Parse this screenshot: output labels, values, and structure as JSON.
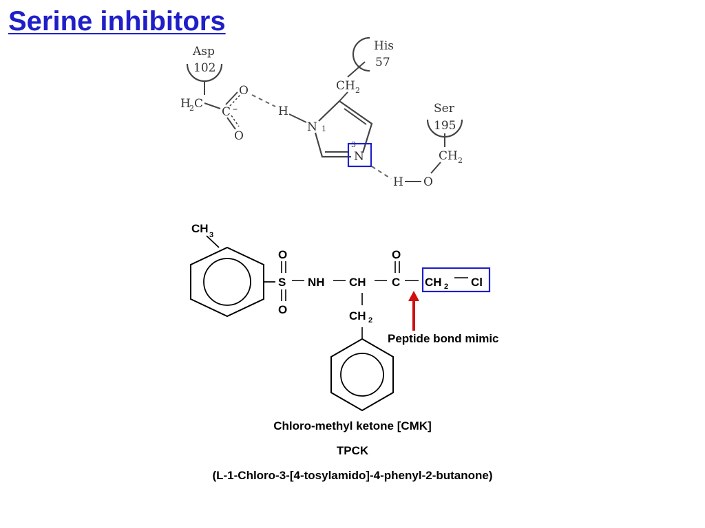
{
  "slide": {
    "title": "Serine inhibitors"
  },
  "catalytic_triad": {
    "asp": {
      "name": "Asp",
      "number": "102"
    },
    "his": {
      "name": "His",
      "number": "57"
    },
    "ser": {
      "name": "Ser",
      "number": "195"
    },
    "atoms": {
      "h2c": "H",
      "h2c_sub": "2",
      "h2c_c": "C",
      "carboxyl_c": "C",
      "charge": "–",
      "carboxyl_o_top": "O",
      "carboxyl_o_bottom": "O",
      "h_bond_h": "H",
      "n1": "N",
      "n1_pos": "1",
      "n3": "N",
      "n3_pos": "3",
      "his_ch2": "CH",
      "his_ch2_sub": "2",
      "ser_ch2": "CH",
      "ser_ch2_sub": "2",
      "ser_h": "H",
      "ser_o": "O"
    },
    "highlight_color": "#1f1fc8"
  },
  "tpck_structure": {
    "ch3": "CH",
    "ch3_sub": "3",
    "s": "S",
    "s_o_top": "O",
    "s_o_bottom": "O",
    "nh": "NH",
    "ch": "CH",
    "c": "C",
    "c_o": "O",
    "ch2": "CH",
    "ch2_sub": "2",
    "cl": "Cl",
    "side_ch2": "CH",
    "side_ch2_sub": "2",
    "highlight_color": "#1f1fc8",
    "arrow_color": "#d01010"
  },
  "annotation": {
    "peptide_bond_mimic": "Peptide bond mimic"
  },
  "captions": {
    "line1": "Chloro-methyl ketone [CMK]",
    "line2": "TPCK",
    "line3": "(L-1-Chloro-3-[4-tosylamido]-4-phenyl-2-butanone)"
  }
}
